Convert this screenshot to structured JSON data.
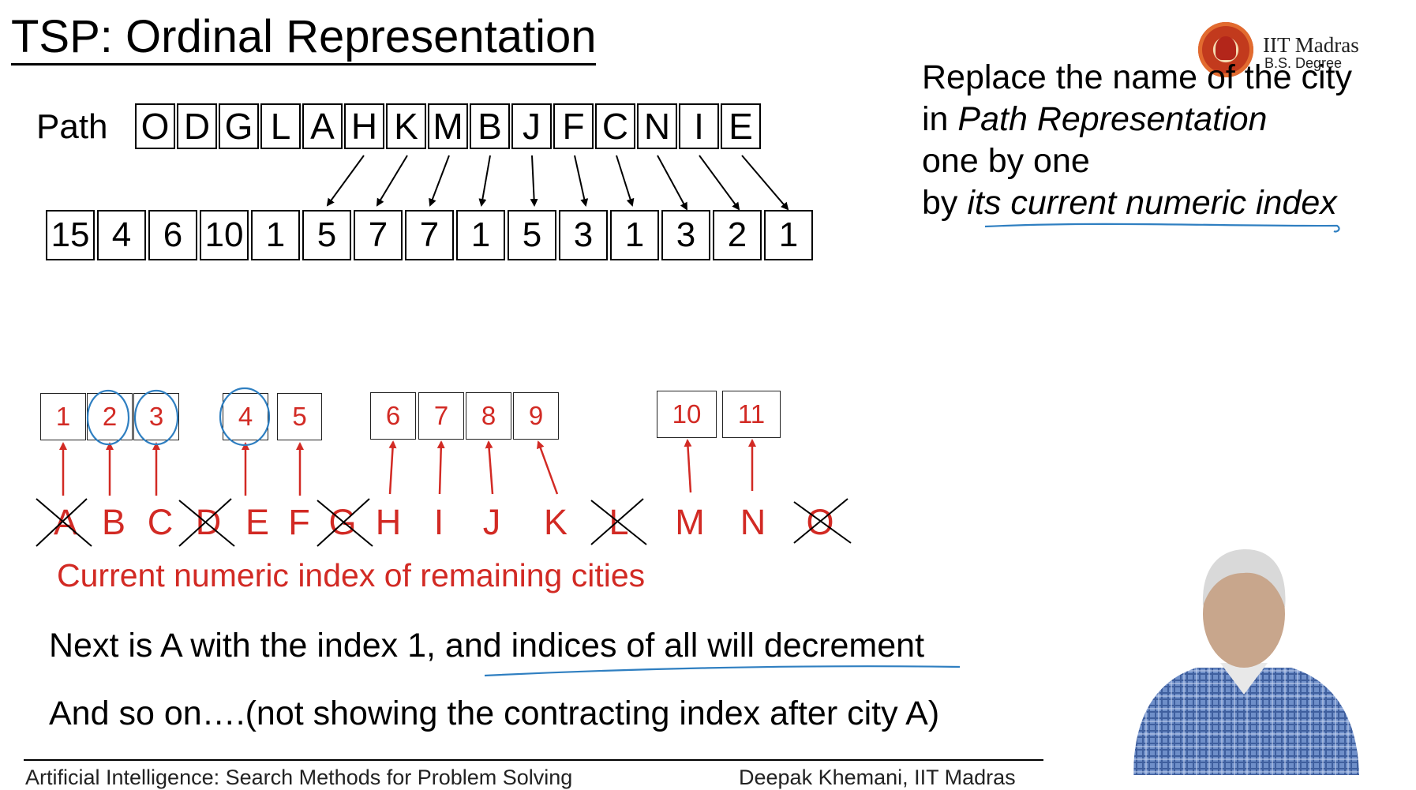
{
  "slide": {
    "title": "TSP: Ordinal Representation",
    "logo": {
      "name": "IIT Madras",
      "subtitle": "B.S. Degree"
    },
    "note": {
      "line1": "Replace the name of the city",
      "line2_prefix": "in ",
      "line2_italic": "Path Representation",
      "line3": "one by one",
      "line4_prefix": "by ",
      "line4_italic": "its current numeric index"
    },
    "path_label": "Path",
    "path": [
      "O",
      "D",
      "G",
      "L",
      "A",
      "H",
      "K",
      "M",
      "B",
      "J",
      "F",
      "C",
      "N",
      "I",
      "E"
    ],
    "ordinal": [
      "15",
      "4",
      "6",
      "10",
      "1",
      "5",
      "7",
      "7",
      "1",
      "5",
      "3",
      "1",
      "3",
      "2",
      "1"
    ],
    "indices": [
      "1",
      "2",
      "3",
      "4",
      "5",
      "6",
      "7",
      "8",
      "9",
      "10",
      "11"
    ],
    "cities": [
      "A",
      "B",
      "C",
      "D",
      "E",
      "F",
      "G",
      "H",
      "I",
      "J",
      "K",
      "L",
      "M",
      "N",
      "O"
    ],
    "crossed_cities": [
      "A",
      "D",
      "G",
      "L",
      "O"
    ],
    "caption": "Current numeric index of remaining cities",
    "line1": "Next is A with the index 1, and indices of all will decrement",
    "line2": "And so on….(not showing the contracting index after city A)",
    "footer_left": "Artificial Intelligence: Search Methods for Problem Solving",
    "footer_right": "Deepak Khemani, IIT Madras"
  },
  "colors": {
    "accent_red": "#d22a24",
    "ink_blue": "#2f7fc1"
  }
}
